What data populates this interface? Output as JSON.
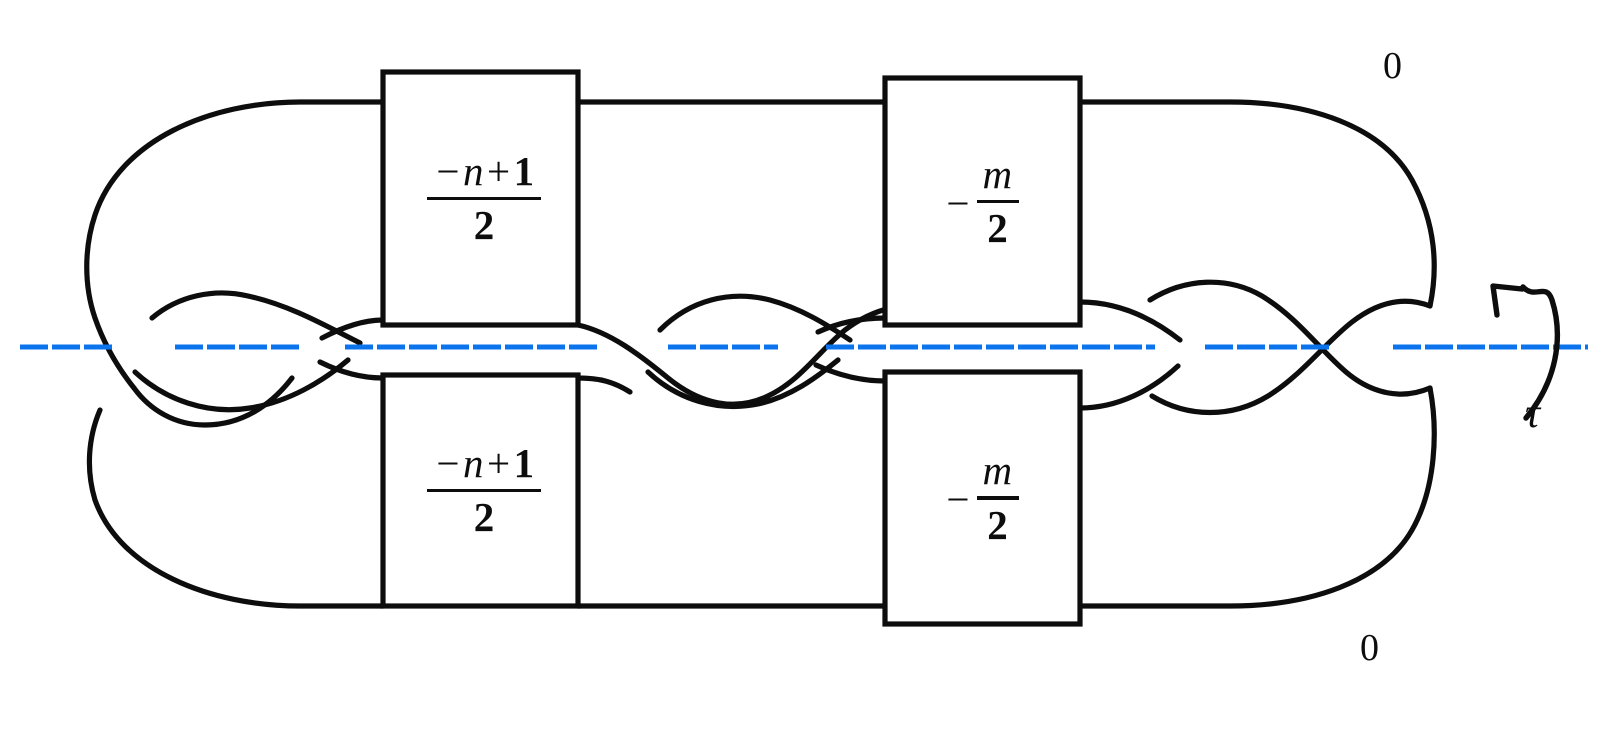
{
  "figure": {
    "kind": "knot-link-diagram",
    "background_color": "#ffffff",
    "strand_color": "#0d0d0d",
    "axis_color": "#0b74ec"
  },
  "tangle_boxes": [
    {
      "id": "top-left",
      "leading_minus": "",
      "numerator": {
        "minus": "−",
        "variable": "n",
        "operator": "+",
        "constant": "1"
      },
      "denominator": "2",
      "plain_text": "(−n+1)/2"
    },
    {
      "id": "top-right",
      "leading_minus": "−",
      "numerator": {
        "minus": "",
        "variable": "m",
        "operator": "",
        "constant": ""
      },
      "denominator": "2",
      "plain_text": "−m/2"
    },
    {
      "id": "bottom-left",
      "leading_minus": "",
      "numerator": {
        "minus": "−",
        "variable": "n",
        "operator": "+",
        "constant": "1"
      },
      "denominator": "2",
      "plain_text": "(−n+1)/2"
    },
    {
      "id": "bottom-right",
      "leading_minus": "−",
      "numerator": {
        "minus": "",
        "variable": "m",
        "operator": "",
        "constant": ""
      },
      "denominator": "2",
      "plain_text": "−m/2"
    }
  ],
  "framing_labels": [
    {
      "id": "top",
      "text": "0"
    },
    {
      "id": "bottom",
      "text": "0"
    }
  ],
  "symmetry": {
    "axis_label": "",
    "rotation_label": "τ",
    "axis_style": "dashed"
  }
}
